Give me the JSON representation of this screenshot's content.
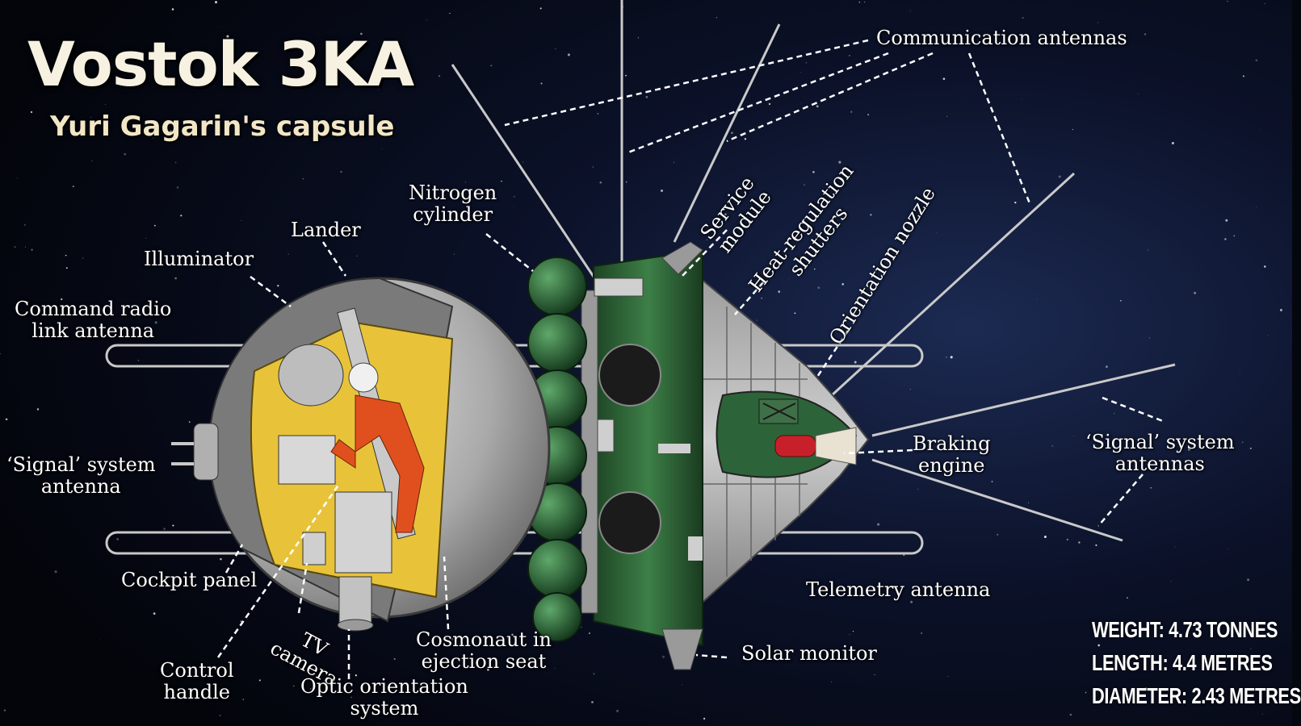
{
  "title": "Vostok 3KA",
  "subtitle": "Yuri Gagarin's capsule",
  "labels": {
    "communication_antennas": "Communication antennas",
    "nitrogen_cylinder": "Nitrogen\ncylinder",
    "lander": "Lander",
    "illuminator": "Illuminator",
    "command_radio": "Command radio\nlink antenna",
    "signal_antenna_left": "‘Signal’ system\nantenna",
    "service_module": "Service\nmodule",
    "heat_regulation": "Heat-regulation\nshutters",
    "orientation_nozzle": "Orientation nozzle",
    "braking_engine": "Braking\nengine",
    "signal_antennas_right": "‘Signal’ system\nantennas",
    "telemetry_antenna": "Telemetry antenna",
    "solar_monitor": "Solar monitor",
    "cockpit_panel": "Cockpit panel",
    "tv_camera": "TV\ncamera",
    "control_handle": "Control\nhandle",
    "optic_orientation": "Optic orientation\nsystem",
    "cosmonaut": "Cosmonaut in\nejection seat"
  },
  "stats": {
    "weight": "WEIGHT: 4.73 TONNES",
    "length": "LENGTH: 4.4 METRES",
    "diameter": "DIAMETER: 2.43 METRES"
  },
  "colors": {
    "space": "#05070f",
    "hull_green": "#2f6b3a",
    "sphere_grey": "#b9b9b9",
    "cockpit_yellow": "#e8c33a",
    "suit_orange": "#e0501e",
    "engine_red": "#c8202a"
  }
}
